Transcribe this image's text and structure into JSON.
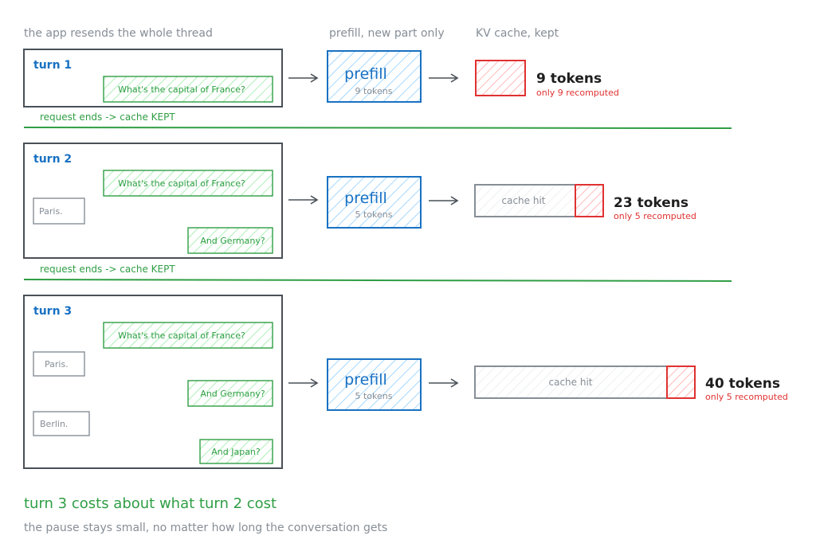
{
  "headers": {
    "left": "the app resends the whole thread",
    "middle": "prefill, new part only",
    "right": "KV cache, kept"
  },
  "turns": [
    {
      "label": "turn 1",
      "messages": [
        {
          "role": "user",
          "text": "What's the capital of France?"
        }
      ],
      "prefill_label": "prefill",
      "prefill_sub": "9 tokens",
      "cache_hit_label": "",
      "total_tokens": "9 tokens",
      "recomputed": "only 9 recomputed",
      "total_count": 9,
      "recomputed_count": 9
    },
    {
      "label": "turn 2",
      "messages": [
        {
          "role": "user",
          "text": "What's the capital of France?"
        },
        {
          "role": "assistant",
          "text": "Paris."
        },
        {
          "role": "user",
          "text": "And Germany?"
        }
      ],
      "prefill_label": "prefill",
      "prefill_sub": "5 tokens",
      "cache_hit_label": "cache hit",
      "total_tokens": "23 tokens",
      "recomputed": "only 5 recomputed",
      "total_count": 23,
      "recomputed_count": 5
    },
    {
      "label": "turn 3",
      "messages": [
        {
          "role": "user",
          "text": "What's the capital of France?"
        },
        {
          "role": "assistant",
          "text": "Paris."
        },
        {
          "role": "user",
          "text": "And Germany?"
        },
        {
          "role": "assistant",
          "text": "Berlin."
        },
        {
          "role": "user",
          "text": "And Japan?"
        }
      ],
      "prefill_label": "prefill",
      "prefill_sub": "5 tokens",
      "cache_hit_label": "cache hit",
      "total_tokens": "40 tokens",
      "recomputed": "only 5 recomputed",
      "total_count": 40,
      "recomputed_count": 5
    }
  ],
  "request_end_label": "request ends -> cache KEPT",
  "summary": {
    "title": "turn 3 costs about what turn 2 cost",
    "subtitle": "the pause stays small, no matter how long the conversation gets"
  },
  "colors": {
    "user": "#2f9e44",
    "assistant": "#868e96",
    "prefill": "#1971c2",
    "recompute": "#e03131",
    "cache_hit": "#868e96",
    "frame": "#495057",
    "divider": "#2f9e44"
  }
}
